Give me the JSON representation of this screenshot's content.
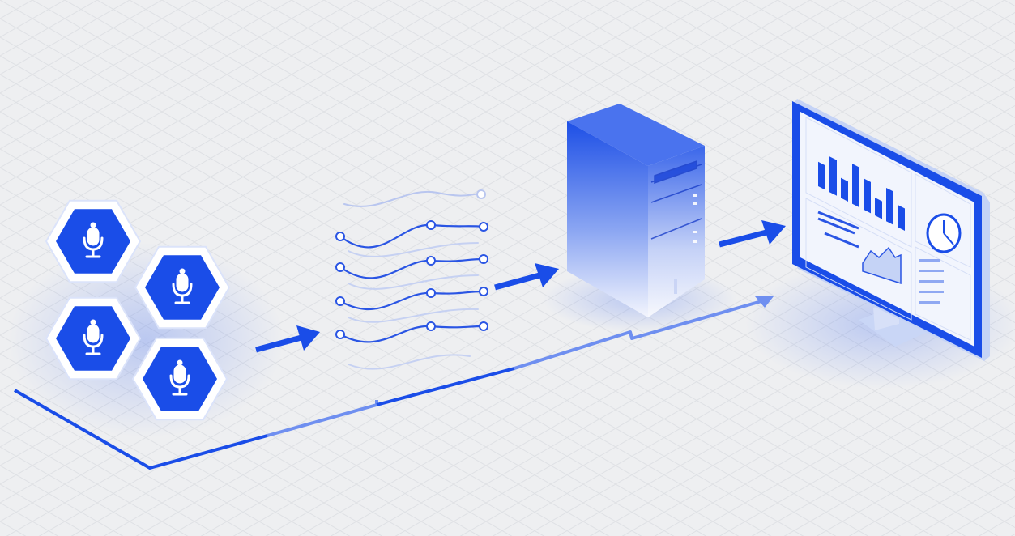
{
  "colors": {
    "background": "#eeeff1",
    "grid": "#dcdee2",
    "accent": "#1a4de8",
    "accent_light": "#8fa8f2",
    "white": "#ffffff"
  },
  "stages": [
    {
      "name": "audio-sources",
      "icon": "microphone-icon",
      "count": 4
    },
    {
      "name": "signal-streams",
      "icon": "waveform-icon"
    },
    {
      "name": "processing-server",
      "icon": "server-icon"
    },
    {
      "name": "dashboard-monitor",
      "icon": "monitor-icon"
    }
  ],
  "dashboard": {
    "bar_values": [
      55,
      80,
      45,
      90,
      70,
      40,
      75,
      50
    ],
    "clock_icon": "clock-icon"
  }
}
